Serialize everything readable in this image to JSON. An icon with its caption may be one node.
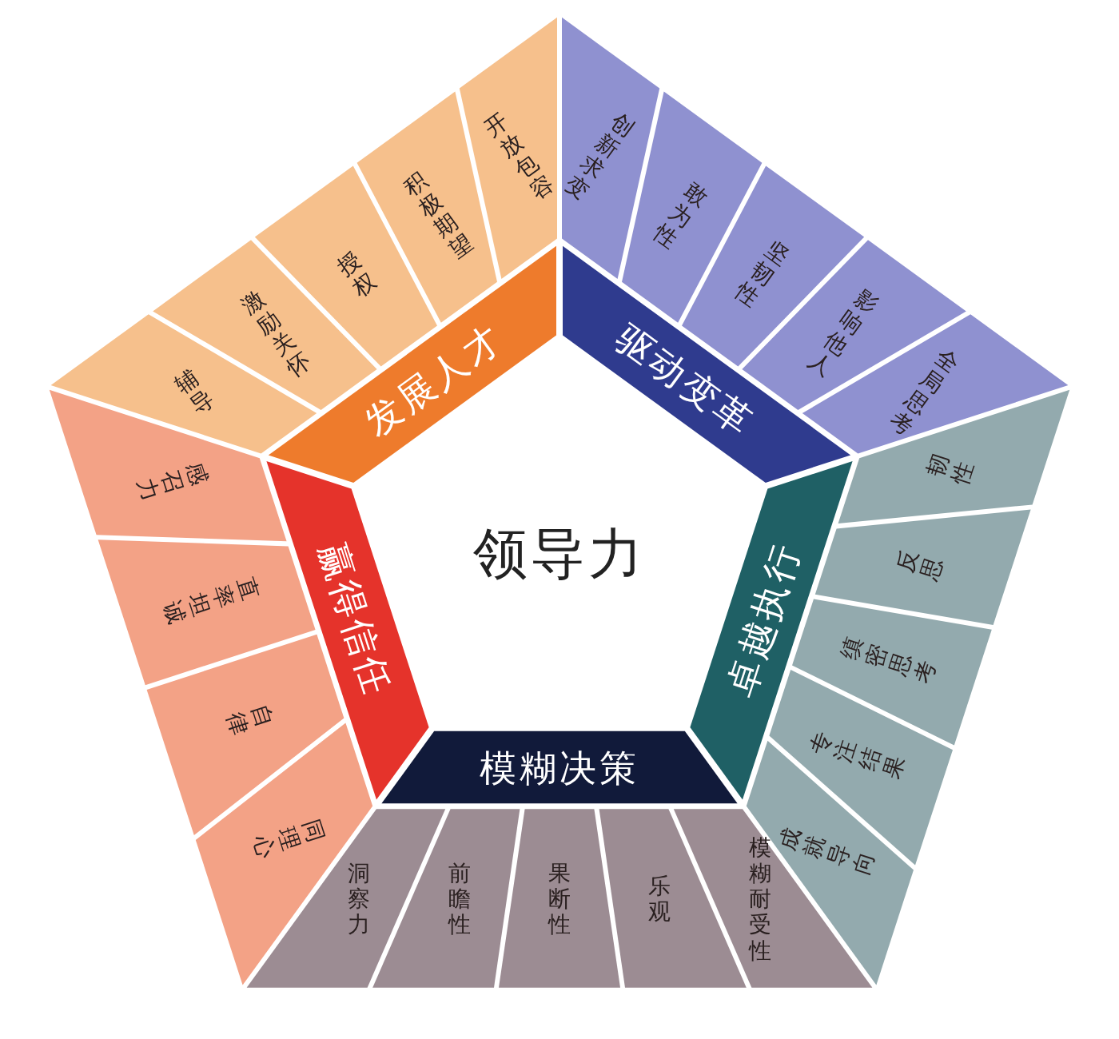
{
  "diagram": {
    "nodes": [
      {
        "text": [
          "领导力"
        ]
      },
      {
        "text": [
          "发展人才"
        ]
      },
      {
        "text": [
          "辅导"
        ]
      },
      {
        "text": [
          "激励关怀"
        ]
      },
      {
        "text": [
          "授权"
        ]
      },
      {
        "text": [
          "积极期望"
        ]
      },
      {
        "text": [
          "开放包容"
        ]
      },
      {
        "text": [
          "驱动变革"
        ]
      },
      {
        "text": [
          "创新求变"
        ]
      },
      {
        "text": [
          "敢为性"
        ]
      },
      {
        "text": [
          "坚韧性"
        ]
      },
      {
        "text": [
          "影响他人"
        ]
      },
      {
        "text": [
          "全局思考"
        ]
      },
      {
        "text": [
          "卓越执行"
        ]
      },
      {
        "text": [
          "韧性"
        ]
      },
      {
        "text": [
          "反思"
        ]
      },
      {
        "text": [
          "缜密思考"
        ]
      },
      {
        "text": [
          "专注结果"
        ]
      },
      {
        "text": [
          "成就导向"
        ]
      },
      {
        "text": [
          "模糊决策"
        ]
      },
      {
        "text": [
          "洞察力"
        ]
      },
      {
        "text": [
          "前瞻性"
        ]
      },
      {
        "text": [
          "果断性"
        ]
      },
      {
        "text": [
          "乐观"
        ]
      },
      {
        "text": [
          "模糊耐受性"
        ]
      },
      {
        "text": [
          "赢得信任"
        ]
      },
      {
        "text": [
          "感召力"
        ]
      },
      {
        "text": [
          "直率坦诚"
        ]
      },
      {
        "text": [
          "自律"
        ]
      },
      {
        "text": [
          "同理心"
        ]
      }
    ]
  }
}
